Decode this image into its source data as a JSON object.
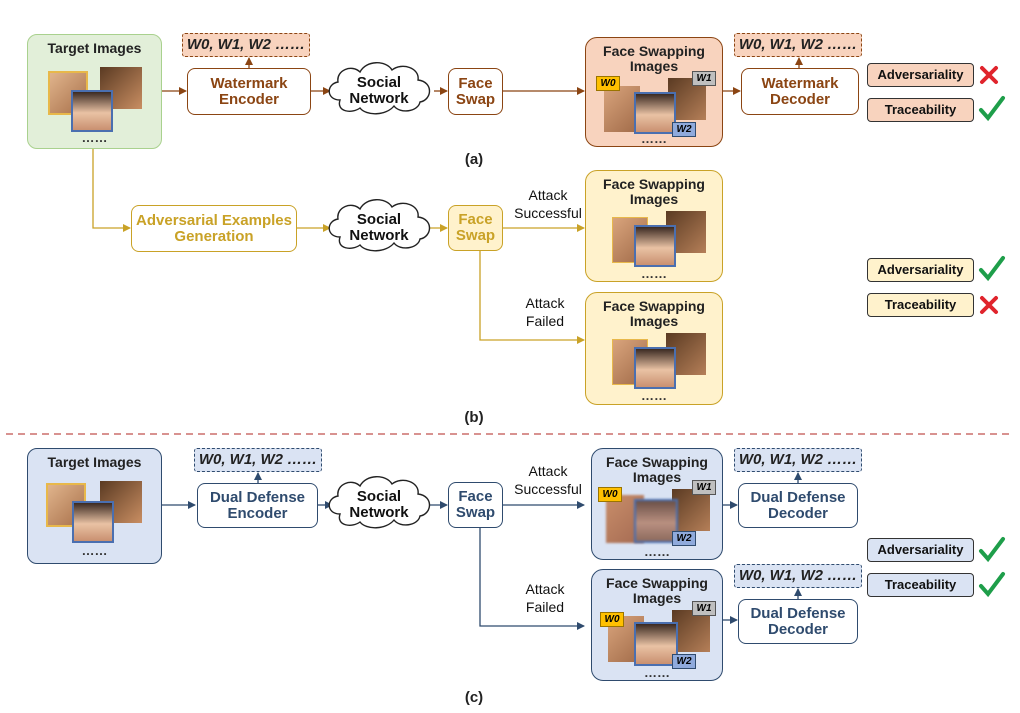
{
  "panels": {
    "a": {
      "caption": "(a)",
      "target_images_title": "Target Images",
      "ellipsis": "……",
      "watermark_bits": "W0, W1, W2 ……",
      "encoder": [
        "Watermark",
        "Encoder"
      ],
      "social_network": [
        "Social",
        "Network"
      ],
      "face_swap": [
        "Face",
        "Swap"
      ],
      "swapping_title": [
        "Face Swapping",
        "Images"
      ],
      "tags": [
        "W0",
        "W1",
        "W2"
      ],
      "decoder": [
        "Watermark",
        "Decoder"
      ],
      "adversariality": "Adversariality",
      "traceability": "Traceability"
    },
    "b": {
      "caption": "(b)",
      "generator": [
        "Adversarial Examples",
        "Generation"
      ],
      "social_network": [
        "Social",
        "Network"
      ],
      "face_swap": [
        "Face",
        "Swap"
      ],
      "attack_successful": [
        "Attack",
        "Successful"
      ],
      "attack_failed": [
        "Attack",
        "Failed"
      ],
      "swapping_title": [
        "Face Swapping",
        "Images"
      ],
      "ellipsis": "……",
      "adversariality": "Adversariality",
      "traceability": "Traceability"
    },
    "c": {
      "caption": "(c)",
      "target_images_title": "Target Images",
      "ellipsis": "……",
      "watermark_bits": "W0, W1, W2 ……",
      "encoder": [
        "Dual Defense",
        "Encoder"
      ],
      "social_network": [
        "Social",
        "Network"
      ],
      "face_swap": [
        "Face",
        "Swap"
      ],
      "attack_successful": [
        "Attack",
        "Successful"
      ],
      "attack_failed": [
        "Attack",
        "Failed"
      ],
      "swapping_title": [
        "Face Swapping",
        "Images"
      ],
      "tags": [
        "W0",
        "W1",
        "W2"
      ],
      "decoder": [
        "Dual Defense",
        "Decoder"
      ],
      "adversariality": "Adversariality",
      "traceability": "Traceability"
    }
  },
  "result_icons": {
    "a": {
      "adversariality": "cross-icon",
      "traceability": "check-icon"
    },
    "b": {
      "adversariality": "check-icon",
      "traceability": "cross-icon"
    },
    "c": {
      "adversariality": "check-icon",
      "traceability": "check-icon"
    }
  },
  "colors": {
    "brown": "#8B4513",
    "gold": "#C9A227",
    "navy": "#2F4B6E",
    "green_fill": "#E2EFD9",
    "green_border": "#A9D18E",
    "peach_fill": "#F8D3BE",
    "yellow_fill": "#FFF2CC",
    "blue_fill": "#DAE3F3",
    "tag_yellow": "#FFC000",
    "tag_gray": "#BFBFBF",
    "tag_blue": "#8FAADC",
    "check": "#1E9E4A",
    "cross": "#E0242C",
    "separator": "#C0504D"
  }
}
